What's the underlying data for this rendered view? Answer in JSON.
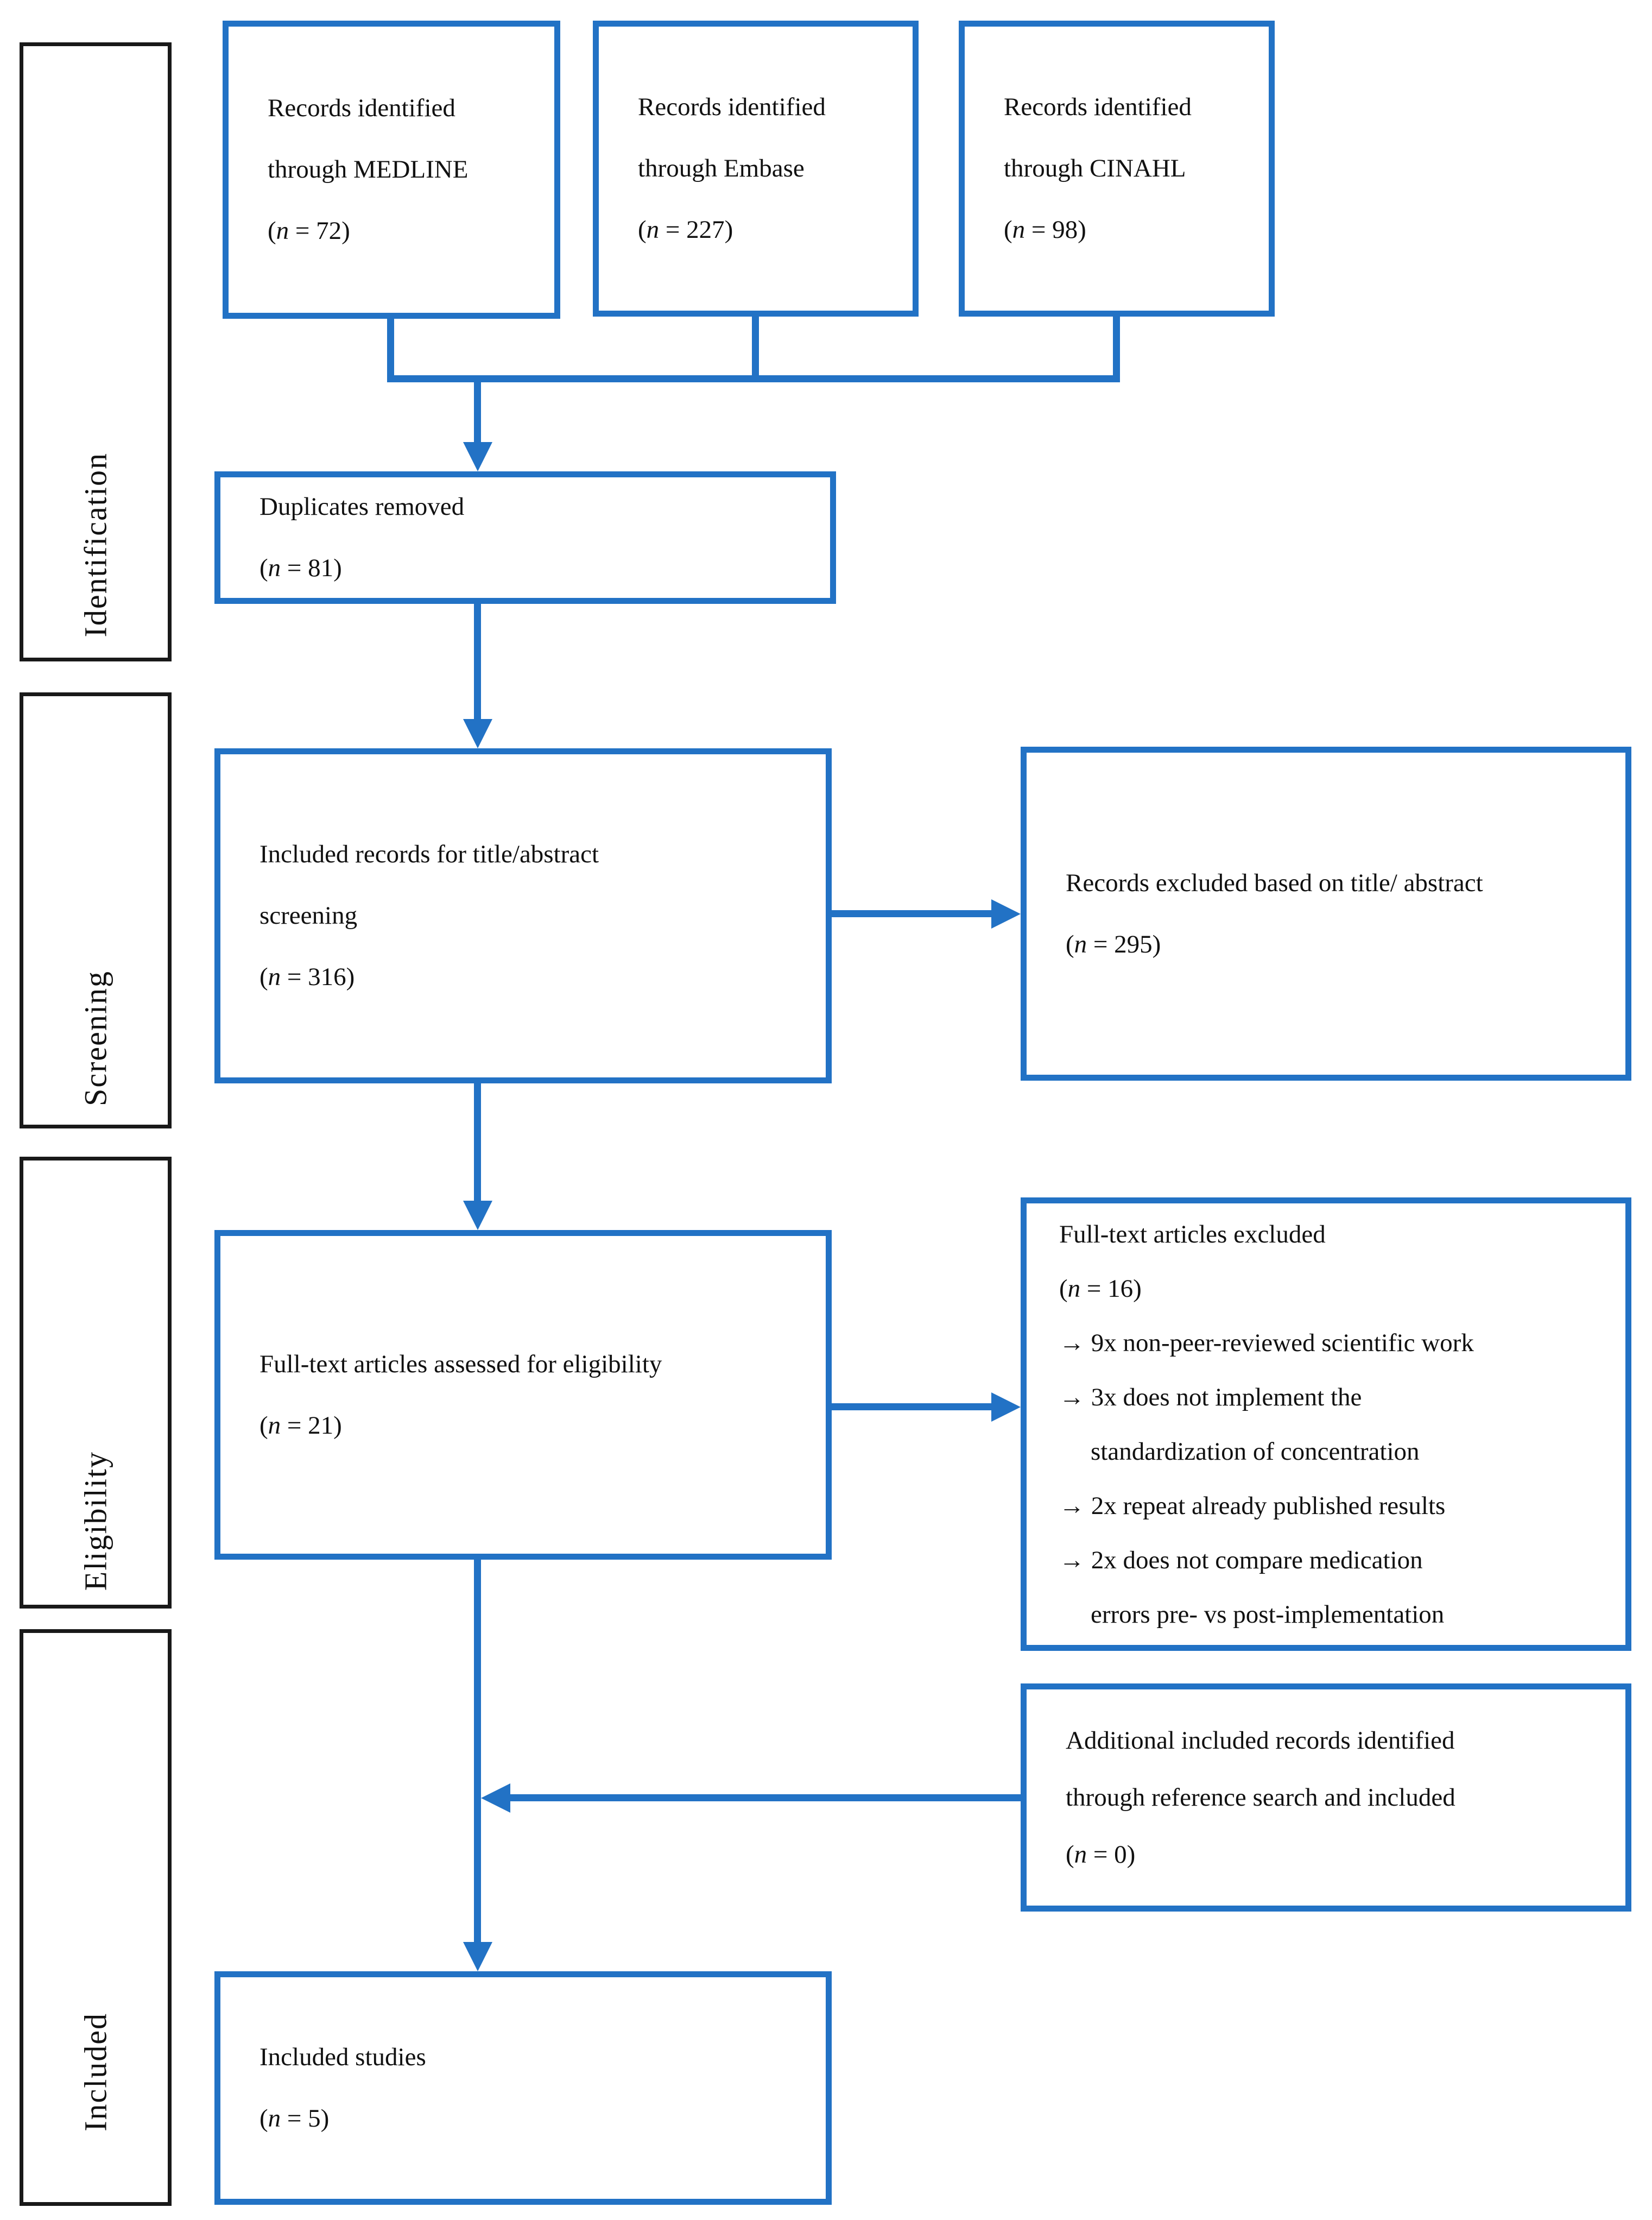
{
  "palette": {
    "accent_blue": "#2272c5",
    "outline_black": "#191919"
  },
  "sidebar": {
    "sections": [
      {
        "label": "Identification"
      },
      {
        "label": "Screening"
      },
      {
        "label": "Eligibility"
      },
      {
        "label": "Included"
      }
    ]
  },
  "flow": {
    "sources": [
      {
        "lines": [
          "Records identified",
          "through MEDLINE"
        ],
        "count": "(n = 72)"
      },
      {
        "lines": [
          "Records identified",
          "through Embase"
        ],
        "count": "(n = 227)"
      },
      {
        "lines": [
          "Records identified",
          "through CINAHL"
        ],
        "count": "(n = 98)"
      }
    ],
    "duplicates": {
      "lines": [
        "Duplicates removed"
      ],
      "count": "(n = 81)"
    },
    "screening": {
      "lines": [
        "Included records for title/abstract",
        "screening"
      ],
      "count": "(n = 316)"
    },
    "excluded_title_abstract": {
      "lines": [
        "Records excluded based on title/ abstract"
      ],
      "count": "(n = 295)"
    },
    "fulltext_assessed": {
      "lines": [
        "Full-text articles assessed for eligibility"
      ],
      "count": "(n = 21)"
    },
    "fulltext_excluded": {
      "title": "Full-text articles excluded",
      "count": "(n = 16)",
      "reasons": [
        {
          "text": "→ 9x non-peer-reviewed scientific work",
          "indent": false
        },
        {
          "text": "→ 3x does not implement the",
          "indent": false
        },
        {
          "text": "standardization of concentration",
          "indent": true
        },
        {
          "text": "→ 2x repeat already published results",
          "indent": false
        },
        {
          "text": "→ 2x does not compare medication",
          "indent": false
        },
        {
          "text": "errors pre- vs post-implementation",
          "indent": true
        }
      ]
    },
    "additional_records": {
      "lines": [
        "Additional included records identified",
        "through reference search and included"
      ],
      "count": "(n = 0)"
    },
    "included_studies": {
      "lines": [
        "Included studies"
      ],
      "count": "(n = 5)"
    }
  }
}
